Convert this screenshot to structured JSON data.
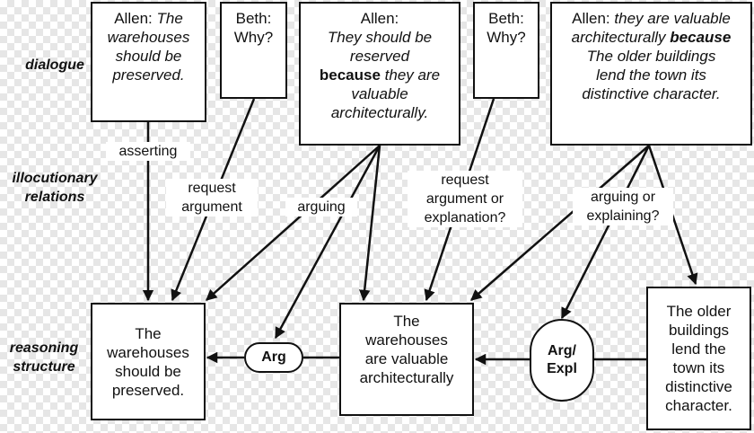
{
  "tiers": {
    "dialogue": "dialogue",
    "illocutionary_line1": "illocutionary",
    "illocutionary_line2": "relations",
    "reasoning_line1": "reasoning",
    "reasoning_line2": "structure"
  },
  "dialogue": {
    "turn1": {
      "speaker": "Allen:",
      "text_first": "The",
      "line2": "warehouses",
      "line3": "should be",
      "line4": "preserved."
    },
    "turn2": {
      "speaker": "Beth:",
      "text": "Why?"
    },
    "turn3": {
      "speaker": "Allen:",
      "line2": "They should be",
      "line3": "reserved",
      "because": "because",
      "line4_rest": "they are",
      "line5": "valuable",
      "line6": "architecturally."
    },
    "turn4": {
      "speaker": "Beth:",
      "text": "Why?"
    },
    "turn5": {
      "speaker": "Allen:",
      "line1_rest": "they are valuable",
      "line2_first": "architecturally",
      "because": "because",
      "line3": "The older buildings",
      "line4": "lend the town its",
      "line5": "distinctive character."
    }
  },
  "illocutions": {
    "asserting": "asserting",
    "request_argument": [
      "request",
      "argument"
    ],
    "arguing": "arguing",
    "request_argument_or_explanation": [
      "request",
      "argument or",
      "explanation?"
    ],
    "arguing_or_explaining": [
      "arguing or",
      "explaining?"
    ]
  },
  "reasoning": {
    "claim": [
      "The",
      "warehouses",
      "should be",
      "preserved."
    ],
    "premise": [
      "The",
      "warehouses",
      "are valuable",
      "architecturally"
    ],
    "sub_premise": [
      "The older",
      "buildings",
      "lend the",
      "town its",
      "distinctive",
      "character."
    ],
    "arg_node": "Arg",
    "arg_expl_node": [
      "Arg/",
      "Expl"
    ]
  }
}
